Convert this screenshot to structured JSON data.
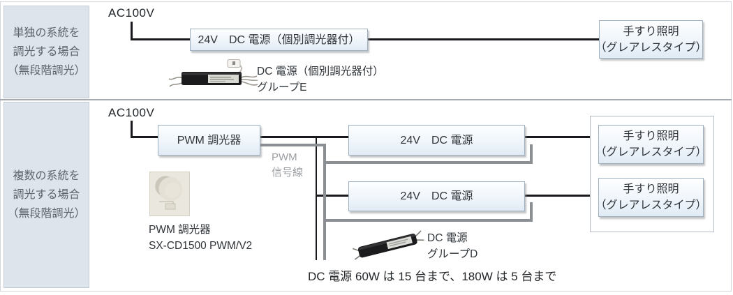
{
  "diagram_title": "handrail-lighting-dimming-wiring-diagram",
  "colors": {
    "box_fill_top": "#fdfeff",
    "box_fill_bottom": "#e1ebf5",
    "box_border": "#9eb0c0",
    "sidebar_fill": "#dee4eb",
    "sidebar_border": "#c3cbd4",
    "black_wire": "#17191c",
    "gray_signal_wire": "#8b8f93",
    "frame_border": "#d2d6da",
    "gray_text": "#9b9ea2"
  },
  "top_row": {
    "sidebar": {
      "line1": "単独の系統を",
      "line2": "調光する場合",
      "line3": "（無段階調光）"
    },
    "ac_label": "AC100V",
    "psu_box_label": "24V　DC 電源（個別調光器付）",
    "light_box": {
      "line1": "手すり照明",
      "line2": "（グレアレスタイプ）"
    },
    "psu_caption": {
      "line1": "DC 電源（個別調光器付）",
      "line2": "グループE"
    }
  },
  "bottom_row": {
    "sidebar": {
      "line1": "複数の系統を",
      "line2": "調光する場合",
      "line3": "（無段階調光）"
    },
    "ac_label": "AC100V",
    "dimmer_box_label": "PWM 調光器",
    "signal_label": {
      "line1": "PWM",
      "line2": "信号線"
    },
    "psu_box1_label": "24V　DC 電源",
    "psu_box2_label": "24V　DC 電源",
    "light_box1": {
      "line1": "手すり照明",
      "line2": "（グレアレスタイプ）"
    },
    "light_box2": {
      "line1": "手すり照明",
      "line2": "（グレアレスタイプ）"
    },
    "dimmer_caption": {
      "line1": "PWM 調光器",
      "line2": "SX-CD1500 PWM/V2"
    },
    "psu_caption": {
      "line1": "DC 電源",
      "line2": "グループD"
    },
    "note": "DC 電源 60W は 15 台まで、180W は 5 台まで"
  }
}
